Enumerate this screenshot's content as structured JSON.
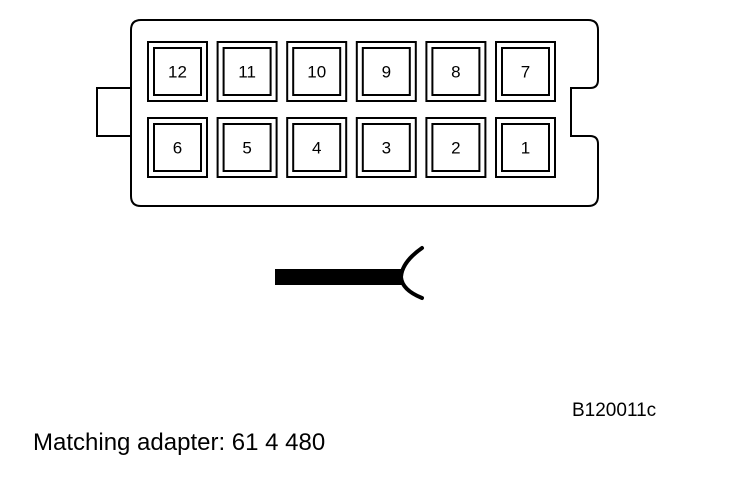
{
  "connector": {
    "pins_top_row": [
      "12",
      "11",
      "10",
      "9",
      "8",
      "7"
    ],
    "pins_bottom_row": [
      "6",
      "5",
      "4",
      "3",
      "2",
      "1"
    ]
  },
  "figure_id": "B120011c",
  "caption": "Matching adapter: 61 4 480"
}
